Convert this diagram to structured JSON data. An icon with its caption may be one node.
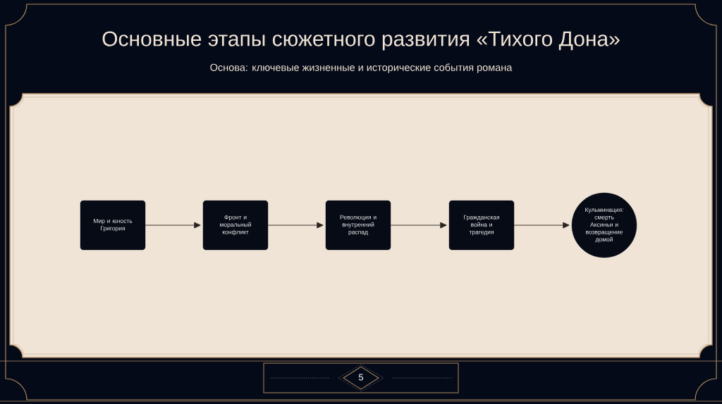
{
  "diagram": {
    "title": "Основные этапы сюжетного развития «Тихого Дона»",
    "caption": "Основа: ключевые жизненные и исторические события романа",
    "nodes": [
      {
        "text": [
          "Мир и юность Григория"
        ]
      },
      {
        "text": [
          "Фронт и моральный конфликт"
        ]
      },
      {
        "text": [
          "Революция и внутренний распад"
        ]
      },
      {
        "text": [
          "Гражданская война и трагедия"
        ]
      },
      {
        "text": [
          "Кульминация: смерть Аксиньи и возвращение домой"
        ]
      }
    ],
    "edges": [
      {
        "from": 0,
        "to": 1,
        "arrow": "to"
      },
      {
        "from": 1,
        "to": 2,
        "arrow": "to"
      },
      {
        "from": 2,
        "to": 3,
        "arrow": "to"
      },
      {
        "from": 3,
        "to": 4,
        "arrow": "to"
      }
    ],
    "labels": [
      "5"
    ]
  }
}
